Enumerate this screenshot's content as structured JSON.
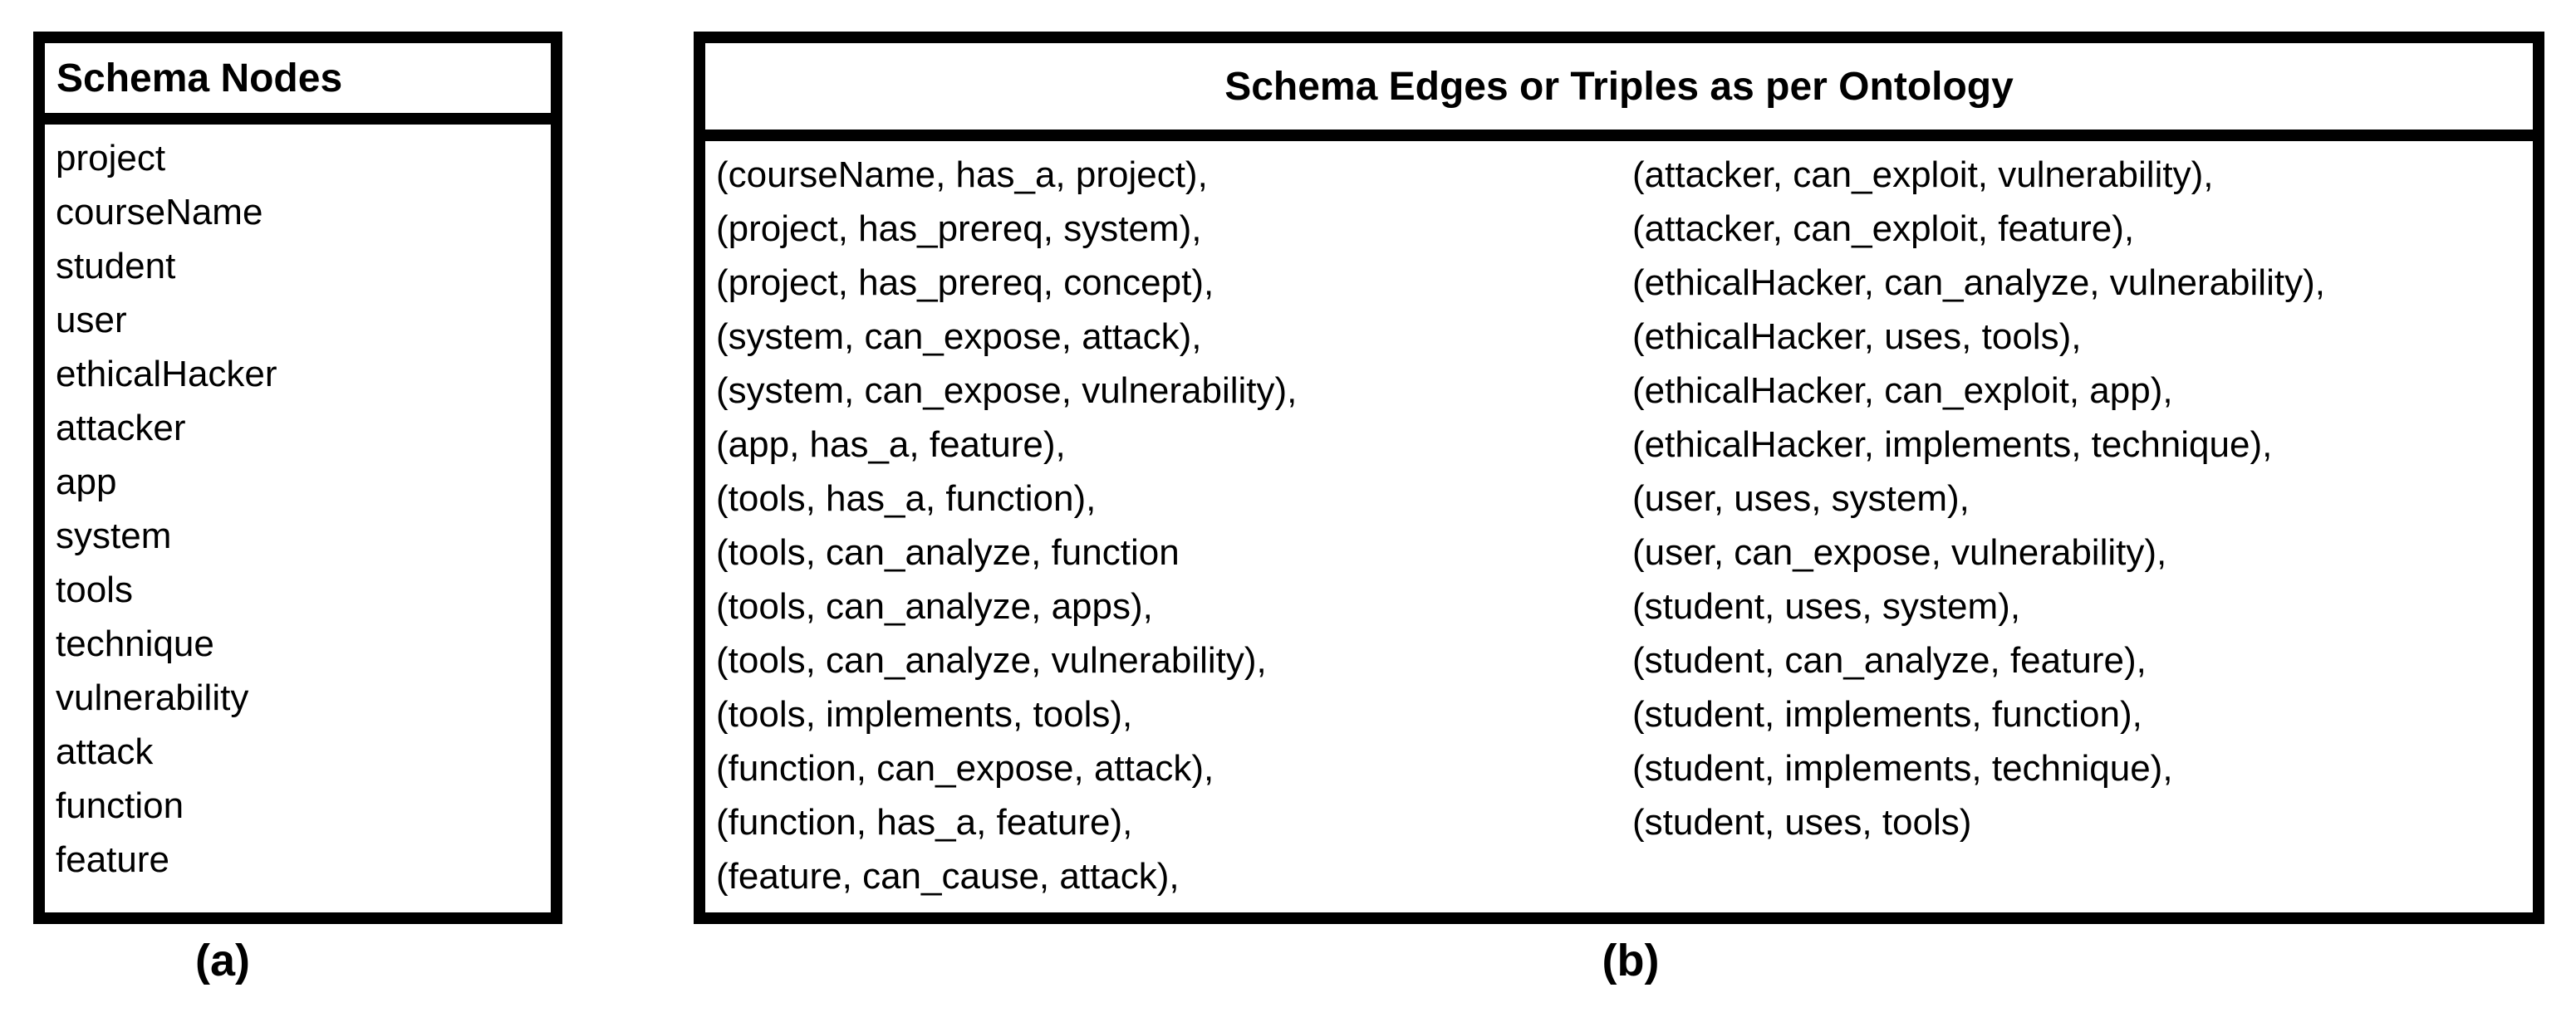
{
  "figure": {
    "panel_a": {
      "title": "Schema Nodes",
      "nodes": [
        "project",
        "courseName",
        "student",
        "user",
        "ethicalHacker",
        "attacker",
        "app",
        "system",
        "tools",
        "technique",
        "vulnerability",
        "attack",
        "function",
        "feature"
      ],
      "caption": "(a)"
    },
    "panel_b": {
      "title": "Schema Edges or Triples as per Ontology",
      "triples_col1": [
        "(courseName, has_a, project),",
        "(project, has_prereq, system),",
        "(project, has_prereq, concept),",
        "(system, can_expose, attack),",
        "(system, can_expose, vulnerability),",
        "(app, has_a, feature),",
        "(tools, has_a, function),",
        "(tools, can_analyze, function",
        "(tools, can_analyze, apps),",
        "(tools, can_analyze, vulnerability),",
        "(tools, implements, tools),",
        "(function, can_expose, attack),",
        "(function, has_a, feature),",
        "(feature, can_cause, attack),"
      ],
      "triples_col2": [
        "(attacker, can_exploit, vulnerability),",
        "(attacker, can_exploit, feature),",
        "(ethicalHacker, can_analyze, vulnerability),",
        "(ethicalHacker, uses, tools),",
        "(ethicalHacker, can_exploit, app),",
        "(ethicalHacker, implements, technique),",
        "(user, uses, system),",
        "(user, can_expose, vulnerability),",
        "(student, uses, system),",
        "(student, can_analyze, feature),",
        "(student, implements, function),",
        "(student, implements, technique),",
        "(student, uses, tools)"
      ],
      "caption": "(b)"
    },
    "colors": {
      "border": "#000000",
      "text": "#000000",
      "background": "#ffffff"
    }
  }
}
